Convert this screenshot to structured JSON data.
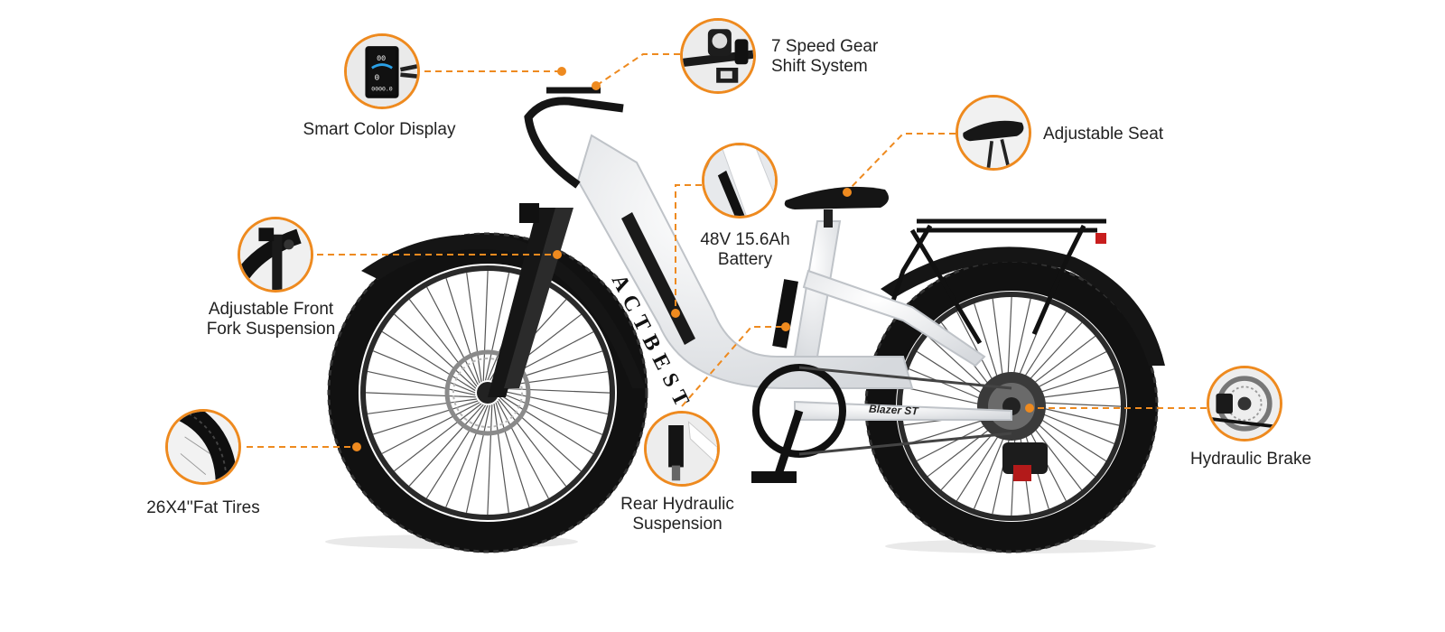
{
  "accent_color": "#ee8a1f",
  "brand": {
    "frame_logo": "ACTBEST",
    "model_decal": "Blazer ST"
  },
  "features": {
    "display": {
      "label": "Smart Color Display",
      "icon": "display-icon",
      "readout_speed": "00",
      "readout_odo": "0000.0",
      "readout_gear": "0"
    },
    "gear": {
      "line1": "7 Speed Gear",
      "line2": "Shift System",
      "icon": "gear-shifter-icon"
    },
    "seat": {
      "label": "Adjustable Seat",
      "icon": "seat-icon"
    },
    "battery": {
      "line1": "48V 15.6Ah",
      "line2": "Battery",
      "icon": "battery-icon"
    },
    "fork": {
      "line1": "Adjustable Front",
      "line2": "Fork Suspension",
      "icon": "fork-icon"
    },
    "tires": {
      "label": "26X4''Fat Tires",
      "icon": "tire-icon"
    },
    "rear_suspension": {
      "line1": "Rear Hydraulic",
      "line2": "Suspension",
      "icon": "shock-icon"
    },
    "brake": {
      "label": "Hydraulic Brake",
      "icon": "brake-icon"
    }
  }
}
